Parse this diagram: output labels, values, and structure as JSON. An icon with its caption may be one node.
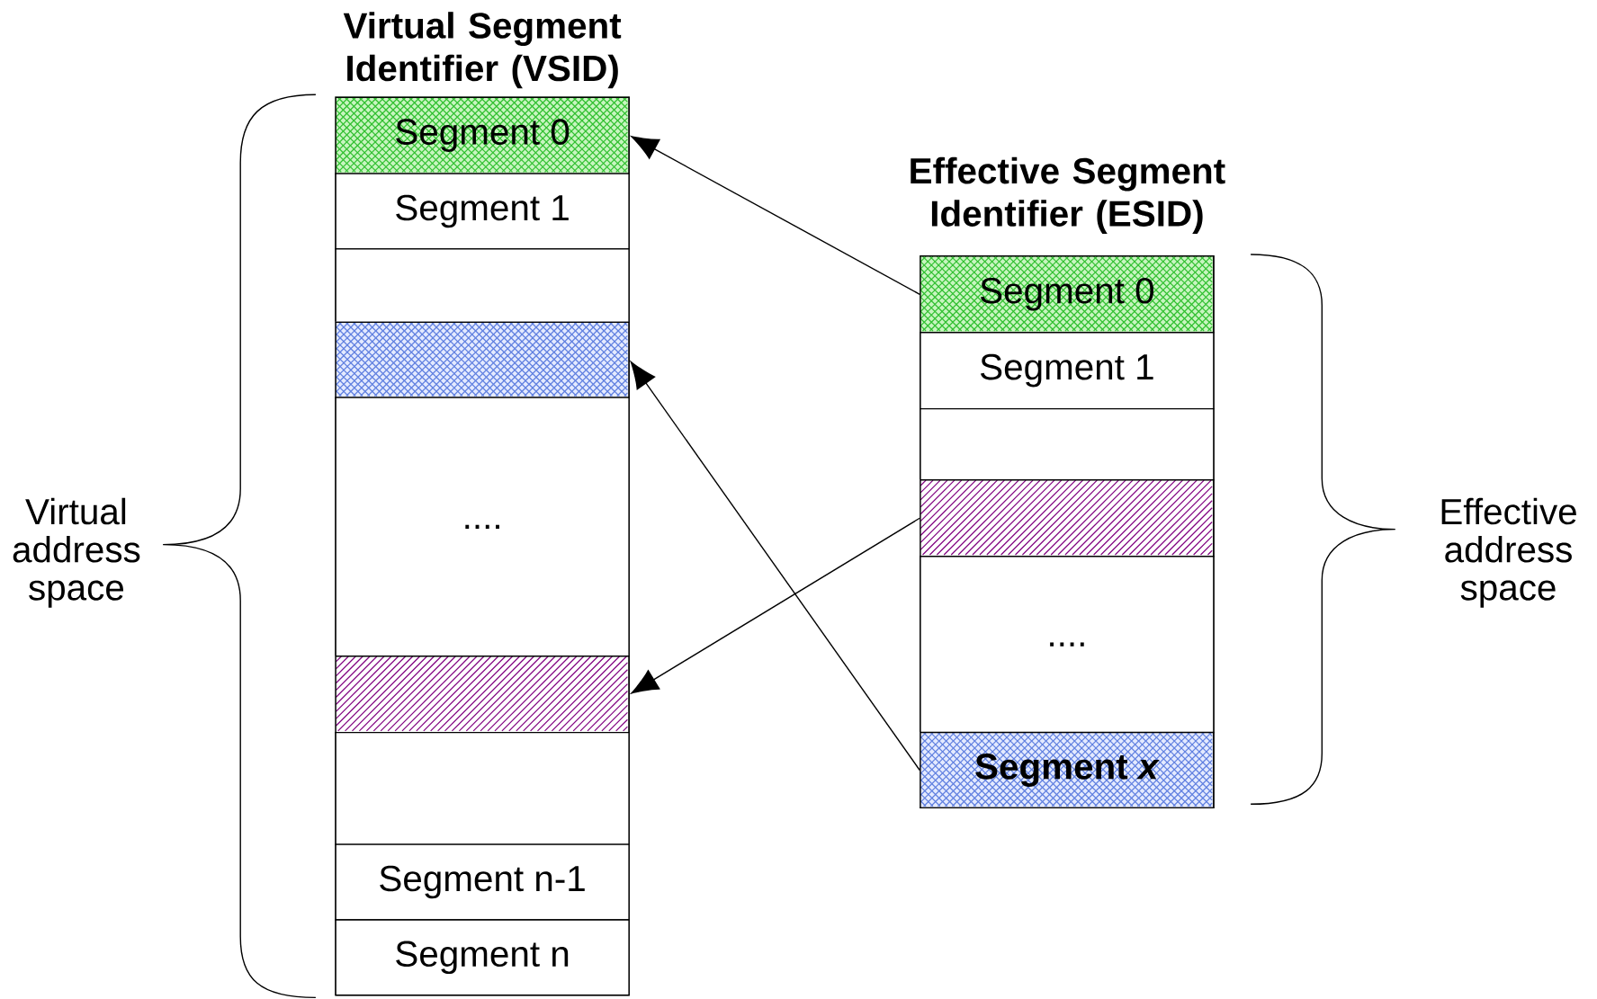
{
  "diagram": {
    "nodes": [
      {
        "text": [
          "Virtual Segment Identifier (VSID)"
        ]
      },
      {
        "text": [
          "Segment 0"
        ],
        "in": 0
      },
      {
        "text": [
          "Segment 1"
        ],
        "in": 0
      },
      {
        "text": [],
        "shape": "box",
        "in": 0
      },
      {
        "text": [],
        "shape": "box",
        "in": 0
      },
      {
        "text": [
          "...."
        ],
        "in": 0
      },
      {
        "text": [],
        "shape": "box",
        "in": 0
      },
      {
        "text": [],
        "shape": "box",
        "in": 0
      },
      {
        "text": [
          "Segment n-1"
        ],
        "in": 0
      },
      {
        "text": [
          "Segment n"
        ],
        "in": 0
      },
      {
        "text": [
          "Effective Segment Identifier (ESID)"
        ]
      },
      {
        "text": [
          "Segment 0"
        ],
        "in": 10
      },
      {
        "text": [
          "Segment 1"
        ],
        "in": 10
      },
      {
        "text": [],
        "shape": "box",
        "in": 10
      },
      {
        "text": [],
        "shape": "box",
        "in": 10
      },
      {
        "text": [
          "...."
        ],
        "in": 10
      },
      {
        "text": [
          "Segment *x*"
        ],
        "in": 10
      }
    ],
    "edges": [
      {
        "from": 11,
        "to": 1,
        "arrow": "to"
      },
      {
        "from": 16,
        "to": 4,
        "arrow": "to"
      },
      {
        "from": 14,
        "to": 6,
        "arrow": "to"
      }
    ],
    "labels": [
      "Virtual address space",
      "Effective address space"
    ]
  }
}
